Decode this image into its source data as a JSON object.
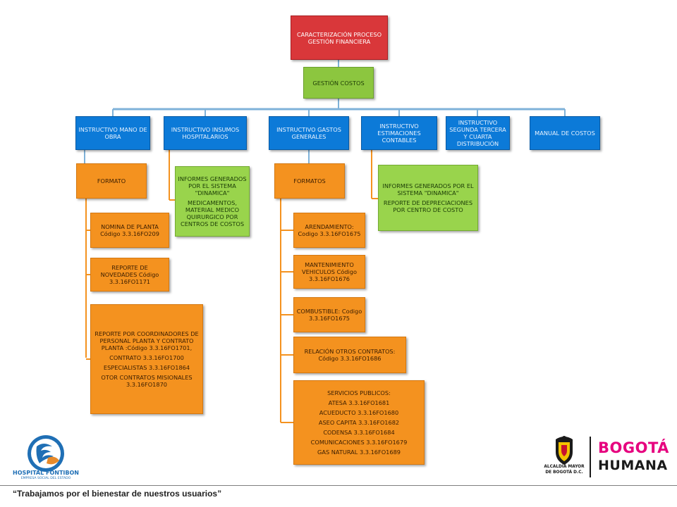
{
  "diagram": {
    "root": "CARACTERIZACIÓN PROCESO GESTIÓN FINANCIERA",
    "level1": "GESTIÓN COSTOS",
    "branches": [
      {
        "label": "INSTRUCTIVO MANO DE OBRA",
        "formato": "FORMATO",
        "items": [
          [
            "NOMINA DE PLANTA Código 3.3.16FO209"
          ],
          [
            "REPORTE DE NOVEDADES Código 3.3.16FO1171"
          ],
          [
            "REPORTE POR COORDINADORES DE PERSONAL PLANTA Y CONTRATO  PLANTA :Código 3.3.16FO1701,",
            "CONTRATO 3.3.16FO1700",
            "ESPECIALISTAS 3.3.16FO1864",
            "OTOR CONTRATOS MISIONALES 3.3.16FO1870"
          ]
        ]
      },
      {
        "label": "INSTRUCTIVO INSUMOS HOSPITALARIOS",
        "report": [
          "INFORMES GENERADOS POR EL SISTEMA \"DINAMICA\"",
          "MEDICAMENTOS, MATERIAL MEDICO QUIRURGICO POR CENTROS DE COSTOS"
        ]
      },
      {
        "label": "INSTRUCTIVO GASTOS GENERALES",
        "formato": "FORMATOS",
        "items": [
          [
            "ARENDAMIENTO: Codigo 3.3.16FO1675"
          ],
          [
            "MANTENIMIENTO VEHICULOS Código 3.3.16FO1676"
          ],
          [
            "COMBUSTIBLE: Codigo 3.3.16FO1675"
          ],
          [
            "RELACIÓN OTROS CONTRATOS: Código 3.3.16FO1686"
          ],
          [
            "SERVICIOS PUBLICOS:",
            "ATESA 3.3.16FO1681",
            "ACUEDUCTO 3.3.16FO1680",
            "ASEO CAPITA 3.3.16FO1682",
            "CODENSA 3.3.16FO1684",
            "COMUNICACIONES 3.3.16FO1679",
            "GAS NATURAL 3.3.16FO1689"
          ]
        ]
      },
      {
        "label": "INSTRUCTIVO ESTIMACIONES CONTABLES",
        "report": [
          "INFORMES   GENERADOS POR EL SISTEMA \"DINAMICA\"",
          "REPORTE DE DEPRECIACIONES POR CENTRO DE COSTO"
        ]
      },
      {
        "label": "INSTRUCTIVO SEGUNDA TERCERA Y CUARTA DISTRIBUCIÓN"
      },
      {
        "label": "MANUAL DE COSTOS"
      }
    ]
  },
  "logos": {
    "hospital_name": "HOSPITAL FONTIBON",
    "hospital_sub": "EMPRESA SOCIAL DEL ESTADO",
    "alcaldia_line1": "ALCALDÍA MAYOR",
    "alcaldia_line2": "DE BOGOTÁ D.C.",
    "bogota_line1": "BOGOTÁ",
    "bogota_line2": "HUMANA"
  },
  "footer": {
    "slogan": "“Trabajamos por el bienestar de nuestros usuarios”"
  },
  "colors": {
    "root": "#d9373a",
    "level1": "#8cc63f",
    "instructivo": "#0c7ad8",
    "formato": "#f4921f",
    "report": "#99d44c",
    "connector": "#7fb2d9",
    "orange_connector": "#f4921f",
    "bogota_pink": "#e6007e"
  }
}
